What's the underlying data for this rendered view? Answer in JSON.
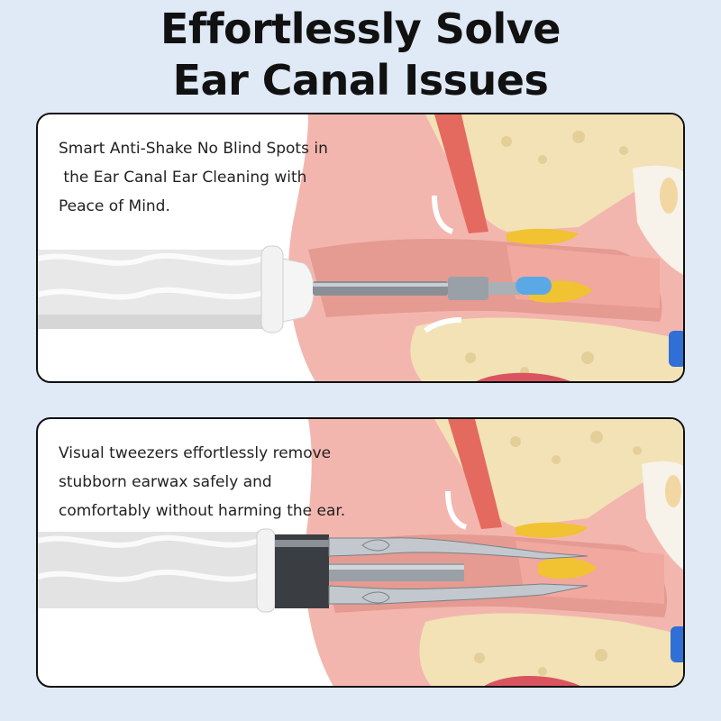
{
  "headline": {
    "line1": "Effortlessly Solve",
    "line2": "Ear Canal Issues"
  },
  "panels": [
    {
      "id": "anti-shake",
      "lines": [
        "Smart Anti-Shake No Blind Spots in",
        " the Ear Canal Ear Cleaning with",
        "Peace of Mind."
      ],
      "tool": "ear-scoop"
    },
    {
      "id": "tweezers",
      "lines": [
        "Visual tweezers effortlessly remove",
        "stubborn earwax safely and",
        "comfortably without harming the ear."
      ],
      "tool": "tweezers"
    }
  ],
  "colors": {
    "background": "#dfeaf6",
    "ear_skin": "#f3b6ae",
    "canal": "#e59a92",
    "bone": "#f2e2b6",
    "earwax": "#f1c232",
    "scoop_tip": "#5aa9e6",
    "device_body": "#e9e9e9"
  }
}
